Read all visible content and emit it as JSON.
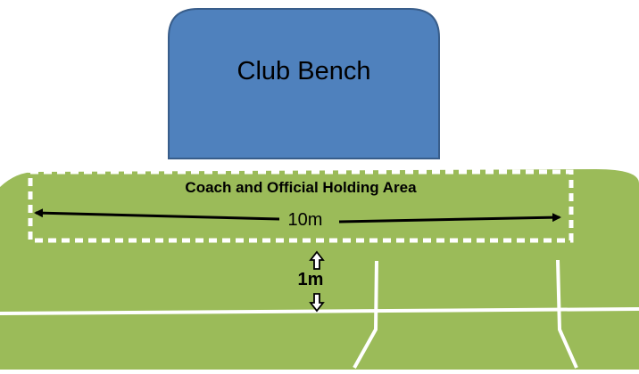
{
  "labels": {
    "bench": "Club Bench",
    "holding_area": "Coach and Official Holding Area",
    "width_measure": "10m",
    "gap_measure": "1m"
  },
  "colors": {
    "field": "#9bbb59",
    "bench_fill": "#4f81bd",
    "bench_stroke": "#385d8a",
    "lines": "#ffffff",
    "arrows": "#000000",
    "page_background": "#ffffff"
  }
}
